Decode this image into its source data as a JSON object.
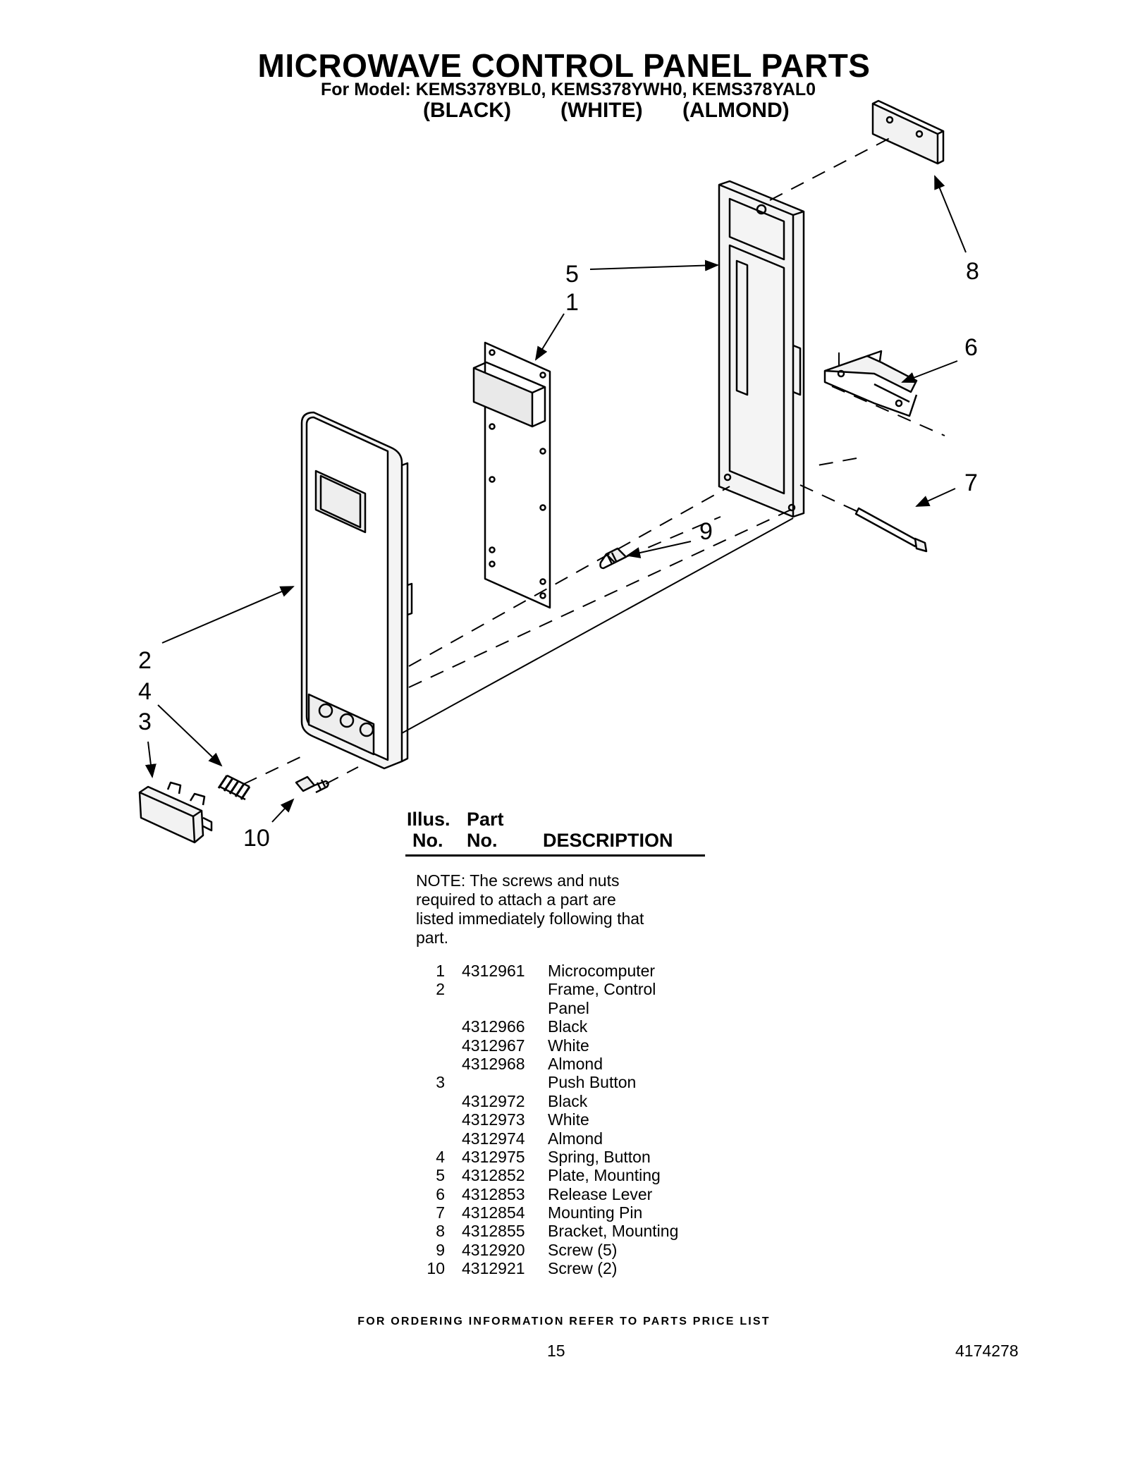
{
  "header": {
    "title": "MICROWAVE CONTROL PANEL PARTS",
    "subtitle": "For Model: KEMS378YBL0,  KEMS378YWH0,  KEMS378YAL0",
    "colors": [
      "(BLACK)",
      "(WHITE)",
      "(ALMOND)"
    ]
  },
  "diagram": {
    "callouts": [
      "1",
      "2",
      "3",
      "4",
      "5",
      "6",
      "7",
      "8",
      "9",
      "10"
    ]
  },
  "table": {
    "col_illus_1": "Illus.",
    "col_illus_2": "No.",
    "col_part_1": "Part",
    "col_part_2": "No.",
    "col_desc": "DESCRIPTION",
    "note": "NOTE: The screws and nuts required to attach a part are listed immediately following that part.",
    "rows": [
      {
        "illus": "1",
        "part": "4312961",
        "desc": "Microcomputer"
      },
      {
        "illus": "2",
        "part": "",
        "desc": "Frame, Control"
      },
      {
        "illus": "",
        "part": "",
        "desc": "Panel"
      },
      {
        "illus": "",
        "part": "4312966",
        "desc": "Black"
      },
      {
        "illus": "",
        "part": "4312967",
        "desc": "White"
      },
      {
        "illus": "",
        "part": "4312968",
        "desc": "Almond"
      },
      {
        "illus": "3",
        "part": "",
        "desc": "Push Button"
      },
      {
        "illus": "",
        "part": "4312972",
        "desc": "Black"
      },
      {
        "illus": "",
        "part": "4312973",
        "desc": "White"
      },
      {
        "illus": "",
        "part": "4312974",
        "desc": "Almond"
      },
      {
        "illus": "4",
        "part": "4312975",
        "desc": "Spring, Button"
      },
      {
        "illus": "5",
        "part": "4312852",
        "desc": "Plate, Mounting"
      },
      {
        "illus": "6",
        "part": "4312853",
        "desc": "Release Lever"
      },
      {
        "illus": "7",
        "part": "4312854",
        "desc": "Mounting Pin"
      },
      {
        "illus": "8",
        "part": "4312855",
        "desc": "Bracket, Mounting"
      },
      {
        "illus": "9",
        "part": "4312920",
        "desc": "Screw (5)"
      },
      {
        "illus": "10",
        "part": "4312921",
        "desc": "Screw (2)"
      }
    ]
  },
  "footer": {
    "ordering": "FOR ORDERING INFORMATION REFER TO PARTS PRICE LIST",
    "page": "15",
    "doc_number": "4174278"
  }
}
